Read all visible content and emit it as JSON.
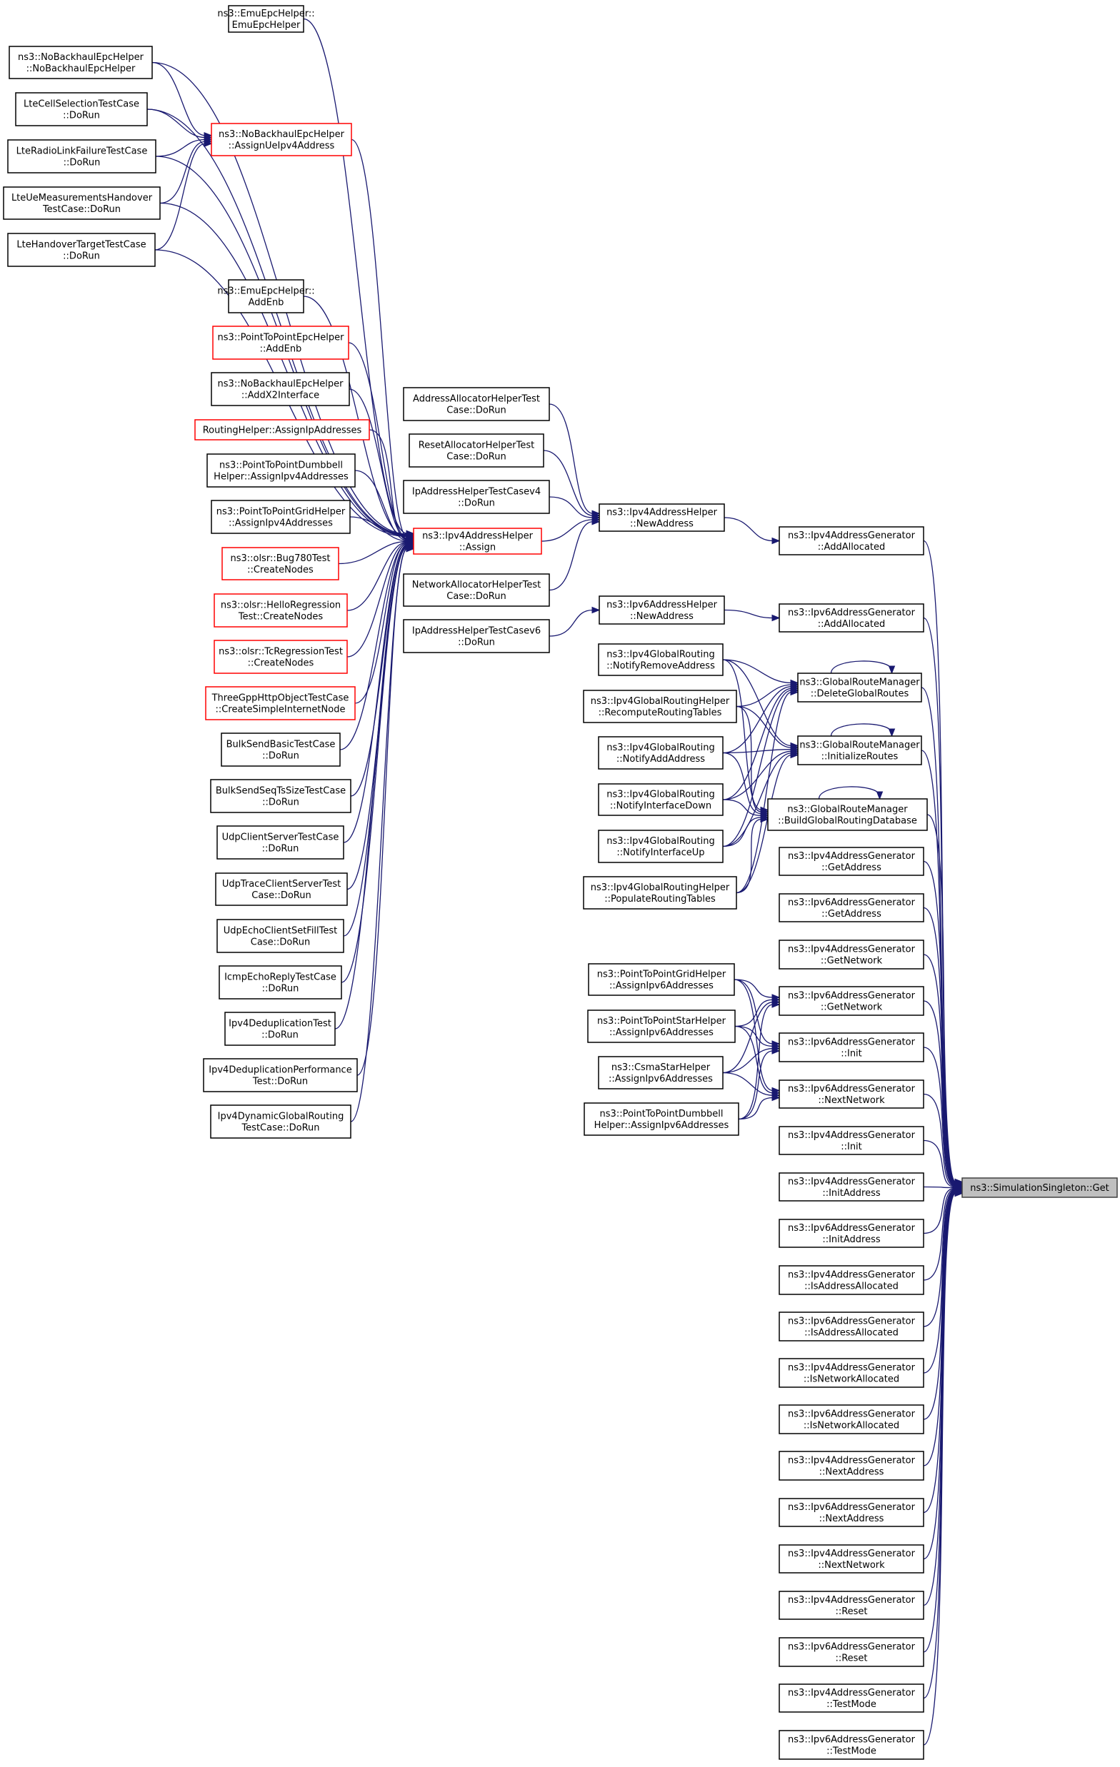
{
  "graph": {
    "root": "get",
    "nodes": [
      {
        "id": "emu_ctor",
        "lines": [
          "ns3::EmuEpcHelper::",
          "EmuEpcHelper"
        ]
      },
      {
        "id": "nobh_ctor",
        "lines": [
          "ns3::NoBackhaulEpcHelper",
          "::NoBackhaulEpcHelper"
        ]
      },
      {
        "id": "ltecell",
        "lines": [
          "LteCellSelectionTestCase",
          "::DoRun"
        ]
      },
      {
        "id": "lteradio",
        "lines": [
          "LteRadioLinkFailureTestCase",
          "::DoRun"
        ]
      },
      {
        "id": "ltemeas",
        "lines": [
          "LteUeMeasurementsHandover",
          "TestCase::DoRun"
        ]
      },
      {
        "id": "ltehand",
        "lines": [
          "LteHandoverTargetTestCase",
          "::DoRun"
        ]
      },
      {
        "id": "assignue",
        "lines": [
          "ns3::NoBackhaulEpcHelper",
          "::AssignUeIpv4Address"
        ],
        "red": true
      },
      {
        "id": "emu_addenb",
        "lines": [
          "ns3::EmuEpcHelper::",
          "AddEnb"
        ]
      },
      {
        "id": "p2p_addenb",
        "lines": [
          "ns3::PointToPointEpcHelper",
          "::AddEnb"
        ],
        "red": true
      },
      {
        "id": "nobh_addx2",
        "lines": [
          "ns3::NoBackhaulEpcHelper",
          "::AddX2Interface"
        ]
      },
      {
        "id": "routing_assign",
        "lines": [
          "RoutingHelper::AssignIpAddresses"
        ],
        "red": true
      },
      {
        "id": "p2pdumb_v4",
        "lines": [
          "ns3::PointToPointDumbbell",
          "Helper::AssignIpv4Addresses"
        ]
      },
      {
        "id": "p2pgrid_v4",
        "lines": [
          "ns3::PointToPointGridHelper",
          "::AssignIpv4Addresses"
        ]
      },
      {
        "id": "olsr780",
        "lines": [
          "ns3::olsr::Bug780Test",
          "::CreateNodes"
        ],
        "red": true
      },
      {
        "id": "olsrhello",
        "lines": [
          "ns3::olsr::HelloRegression",
          "Test::CreateNodes"
        ],
        "red": true
      },
      {
        "id": "olsrtc",
        "lines": [
          "ns3::olsr::TcRegressionTest",
          "::CreateNodes"
        ],
        "red": true
      },
      {
        "id": "threegpp",
        "lines": [
          "ThreeGppHttpObjectTestCase",
          "::CreateSimpleInternetNode"
        ],
        "red": true
      },
      {
        "id": "bulkbasic",
        "lines": [
          "BulkSendBasicTestCase",
          "::DoRun"
        ]
      },
      {
        "id": "bulkseq",
        "lines": [
          "BulkSendSeqTsSizeTestCase",
          "::DoRun"
        ]
      },
      {
        "id": "udpcs",
        "lines": [
          "UdpClientServerTestCase",
          "::DoRun"
        ]
      },
      {
        "id": "udptrace",
        "lines": [
          "UdpTraceClientServerTest",
          "Case::DoRun"
        ]
      },
      {
        "id": "udpecho",
        "lines": [
          "UdpEchoClientSetFillTest",
          "Case::DoRun"
        ]
      },
      {
        "id": "icmp",
        "lines": [
          "IcmpEchoReplyTestCase",
          "::DoRun"
        ]
      },
      {
        "id": "ipv4dedup",
        "lines": [
          "Ipv4DeduplicationTest",
          "::DoRun"
        ]
      },
      {
        "id": "ipv4dedupperf",
        "lines": [
          "Ipv4DeduplicationPerformance",
          "Test::DoRun"
        ]
      },
      {
        "id": "ipv4dyn",
        "lines": [
          "Ipv4DynamicGlobalRouting",
          "TestCase::DoRun"
        ]
      },
      {
        "id": "v4assign",
        "lines": [
          "ns3::Ipv4AddressHelper",
          "::Assign"
        ],
        "red": true
      },
      {
        "id": "addralloc",
        "lines": [
          "AddressAllocatorHelperTest",
          "Case::DoRun"
        ]
      },
      {
        "id": "resetalloc",
        "lines": [
          "ResetAllocatorHelperTest",
          "Case::DoRun"
        ]
      },
      {
        "id": "ipaddrv4",
        "lines": [
          "IpAddressHelperTestCasev4",
          "::DoRun"
        ]
      },
      {
        "id": "netalloc",
        "lines": [
          "NetworkAllocatorHelperTest",
          "Case::DoRun"
        ]
      },
      {
        "id": "ipaddrv6",
        "lines": [
          "IpAddressHelperTestCasev6",
          "::DoRun"
        ]
      },
      {
        "id": "v4newaddr",
        "lines": [
          "ns3::Ipv4AddressHelper",
          "::NewAddress"
        ]
      },
      {
        "id": "v6newaddr",
        "lines": [
          "ns3::Ipv6AddressHelper",
          "::NewAddress"
        ]
      },
      {
        "id": "notifyremove",
        "lines": [
          "ns3::Ipv4GlobalRouting",
          "::NotifyRemoveAddress"
        ]
      },
      {
        "id": "recompute",
        "lines": [
          "ns3::Ipv4GlobalRoutingHelper",
          "::RecomputeRoutingTables"
        ]
      },
      {
        "id": "notifyadd",
        "lines": [
          "ns3::Ipv4GlobalRouting",
          "::NotifyAddAddress"
        ]
      },
      {
        "id": "notifydown",
        "lines": [
          "ns3::Ipv4GlobalRouting",
          "::NotifyInterfaceDown"
        ]
      },
      {
        "id": "notifyup",
        "lines": [
          "ns3::Ipv4GlobalRouting",
          "::NotifyInterfaceUp"
        ]
      },
      {
        "id": "populate",
        "lines": [
          "ns3::Ipv4GlobalRoutingHelper",
          "::PopulateRoutingTables"
        ]
      },
      {
        "id": "grid_v6",
        "lines": [
          "ns3::PointToPointGridHelper",
          "::AssignIpv6Addresses"
        ]
      },
      {
        "id": "star_v6",
        "lines": [
          "ns3::PointToPointStarHelper",
          "::AssignIpv6Addresses"
        ]
      },
      {
        "id": "csma_v6",
        "lines": [
          "ns3::CsmaStarHelper",
          "::AssignIpv6Addresses"
        ]
      },
      {
        "id": "dumb_v6",
        "lines": [
          "ns3::PointToPointDumbbell",
          "Helper::AssignIpv6Addresses"
        ]
      },
      {
        "id": "g4_addalloc",
        "lines": [
          "ns3::Ipv4AddressGenerator",
          "::AddAllocated"
        ]
      },
      {
        "id": "g6_addalloc",
        "lines": [
          "ns3::Ipv6AddressGenerator",
          "::AddAllocated"
        ]
      },
      {
        "id": "grm_delete",
        "lines": [
          "ns3::GlobalRouteManager",
          "::DeleteGlobalRoutes"
        ]
      },
      {
        "id": "grm_init",
        "lines": [
          "ns3::GlobalRouteManager",
          "::InitializeRoutes"
        ]
      },
      {
        "id": "grm_build",
        "lines": [
          "ns3::GlobalRouteManager",
          "::BuildGlobalRoutingDatabase"
        ]
      },
      {
        "id": "g4_getaddr",
        "lines": [
          "ns3::Ipv4AddressGenerator",
          "::GetAddress"
        ]
      },
      {
        "id": "g6_getaddr",
        "lines": [
          "ns3::Ipv6AddressGenerator",
          "::GetAddress"
        ]
      },
      {
        "id": "g4_getnet",
        "lines": [
          "ns3::Ipv4AddressGenerator",
          "::GetNetwork"
        ]
      },
      {
        "id": "g6_getnet",
        "lines": [
          "ns3::Ipv6AddressGenerator",
          "::GetNetwork"
        ]
      },
      {
        "id": "g6_init",
        "lines": [
          "ns3::Ipv6AddressGenerator",
          "::Init"
        ]
      },
      {
        "id": "g6_nextnet1",
        "lines": [
          "ns3::Ipv6AddressGenerator",
          "::NextNetwork"
        ]
      },
      {
        "id": "g4_init",
        "lines": [
          "ns3::Ipv4AddressGenerator",
          "::Init"
        ]
      },
      {
        "id": "g4_initaddr",
        "lines": [
          "ns3::Ipv4AddressGenerator",
          "::InitAddress"
        ]
      },
      {
        "id": "g6_initaddr",
        "lines": [
          "ns3::Ipv6AddressGenerator",
          "::InitAddress"
        ]
      },
      {
        "id": "g4_isaddr",
        "lines": [
          "ns3::Ipv4AddressGenerator",
          "::IsAddressAllocated"
        ]
      },
      {
        "id": "g6_isaddr",
        "lines": [
          "ns3::Ipv6AddressGenerator",
          "::IsAddressAllocated"
        ]
      },
      {
        "id": "g4_isnet",
        "lines": [
          "ns3::Ipv4AddressGenerator",
          "::IsNetworkAllocated"
        ]
      },
      {
        "id": "g6_isnet",
        "lines": [
          "ns3::Ipv6AddressGenerator",
          "::IsNetworkAllocated"
        ]
      },
      {
        "id": "g4_nextaddr",
        "lines": [
          "ns3::Ipv4AddressGenerator",
          "::NextAddress"
        ]
      },
      {
        "id": "g6_nextaddr",
        "lines": [
          "ns3::Ipv6AddressGenerator",
          "::NextAddress"
        ]
      },
      {
        "id": "g4_nextnet",
        "lines": [
          "ns3::Ipv4AddressGenerator",
          "::NextNetwork"
        ]
      },
      {
        "id": "g4_reset",
        "lines": [
          "ns3::Ipv4AddressGenerator",
          "::Reset"
        ]
      },
      {
        "id": "g6_reset",
        "lines": [
          "ns3::Ipv6AddressGenerator",
          "::Reset"
        ]
      },
      {
        "id": "g4_testmode",
        "lines": [
          "ns3::Ipv4AddressGenerator",
          "::TestMode"
        ]
      },
      {
        "id": "g6_testmode",
        "lines": [
          "ns3::Ipv6AddressGenerator",
          "::TestMode"
        ]
      },
      {
        "id": "get",
        "lines": [
          "ns3::SimulationSingleton::Get"
        ],
        "root": true
      }
    ],
    "edges": [
      [
        "nobh_ctor",
        "assignue"
      ],
      [
        "ltecell",
        "assignue"
      ],
      [
        "lteradio",
        "assignue"
      ],
      [
        "ltemeas",
        "assignue"
      ],
      [
        "ltehand",
        "assignue"
      ],
      [
        "emu_ctor",
        "v4assign"
      ],
      [
        "nobh_ctor",
        "v4assign"
      ],
      [
        "ltecell",
        "v4assign"
      ],
      [
        "lteradio",
        "v4assign"
      ],
      [
        "ltemeas",
        "v4assign"
      ],
      [
        "ltehand",
        "v4assign"
      ],
      [
        "assignue",
        "v4assign"
      ],
      [
        "emu_addenb",
        "v4assign"
      ],
      [
        "p2p_addenb",
        "v4assign"
      ],
      [
        "nobh_addx2",
        "v4assign"
      ],
      [
        "routing_assign",
        "v4assign"
      ],
      [
        "p2pdumb_v4",
        "v4assign"
      ],
      [
        "p2pgrid_v4",
        "v4assign"
      ],
      [
        "olsr780",
        "v4assign"
      ],
      [
        "olsrhello",
        "v4assign"
      ],
      [
        "olsrtc",
        "v4assign"
      ],
      [
        "threegpp",
        "v4assign"
      ],
      [
        "bulkbasic",
        "v4assign"
      ],
      [
        "bulkseq",
        "v4assign"
      ],
      [
        "udpcs",
        "v4assign"
      ],
      [
        "udptrace",
        "v4assign"
      ],
      [
        "udpecho",
        "v4assign"
      ],
      [
        "icmp",
        "v4assign"
      ],
      [
        "ipv4dedup",
        "v4assign"
      ],
      [
        "ipv4dedupperf",
        "v4assign"
      ],
      [
        "ipv4dyn",
        "v4assign"
      ],
      [
        "addralloc",
        "v4newaddr"
      ],
      [
        "resetalloc",
        "v4newaddr"
      ],
      [
        "ipaddrv4",
        "v4newaddr"
      ],
      [
        "v4assign",
        "v4newaddr"
      ],
      [
        "netalloc",
        "v4newaddr"
      ],
      [
        "ipaddrv6",
        "v6newaddr"
      ],
      [
        "v4newaddr",
        "g4_addalloc"
      ],
      [
        "v6newaddr",
        "g6_addalloc"
      ],
      [
        "notifyremove",
        "grm_delete"
      ],
      [
        "recompute",
        "grm_delete"
      ],
      [
        "notifyadd",
        "grm_delete"
      ],
      [
        "notifydown",
        "grm_delete"
      ],
      [
        "notifyup",
        "grm_delete"
      ],
      [
        "populate",
        "grm_delete"
      ],
      [
        "notifyremove",
        "grm_init"
      ],
      [
        "recompute",
        "grm_init"
      ],
      [
        "notifyadd",
        "grm_init"
      ],
      [
        "notifydown",
        "grm_init"
      ],
      [
        "notifyup",
        "grm_init"
      ],
      [
        "populate",
        "grm_init"
      ],
      [
        "notifyremove",
        "grm_build"
      ],
      [
        "recompute",
        "grm_build"
      ],
      [
        "notifyadd",
        "grm_build"
      ],
      [
        "notifydown",
        "grm_build"
      ],
      [
        "notifyup",
        "grm_build"
      ],
      [
        "populate",
        "grm_build"
      ],
      [
        "grm_delete",
        "grm_delete"
      ],
      [
        "grm_init",
        "grm_init"
      ],
      [
        "grm_build",
        "grm_build"
      ],
      [
        "grid_v6",
        "g6_getnet"
      ],
      [
        "star_v6",
        "g6_getnet"
      ],
      [
        "csma_v6",
        "g6_getnet"
      ],
      [
        "dumb_v6",
        "g6_getnet"
      ],
      [
        "grid_v6",
        "g6_init"
      ],
      [
        "star_v6",
        "g6_init"
      ],
      [
        "csma_v6",
        "g6_init"
      ],
      [
        "dumb_v6",
        "g6_init"
      ],
      [
        "grid_v6",
        "g6_nextnet1"
      ],
      [
        "star_v6",
        "g6_nextnet1"
      ],
      [
        "csma_v6",
        "g6_nextnet1"
      ],
      [
        "dumb_v6",
        "g6_nextnet1"
      ],
      [
        "g4_addalloc",
        "get"
      ],
      [
        "g6_addalloc",
        "get"
      ],
      [
        "grm_delete",
        "get"
      ],
      [
        "grm_init",
        "get"
      ],
      [
        "grm_build",
        "get"
      ],
      [
        "g4_getaddr",
        "get"
      ],
      [
        "g6_getaddr",
        "get"
      ],
      [
        "g4_getnet",
        "get"
      ],
      [
        "g6_getnet",
        "get"
      ],
      [
        "g6_init",
        "get"
      ],
      [
        "g6_nextnet1",
        "get"
      ],
      [
        "g4_init",
        "get"
      ],
      [
        "g4_initaddr",
        "get"
      ],
      [
        "g6_initaddr",
        "get"
      ],
      [
        "g4_isaddr",
        "get"
      ],
      [
        "g6_isaddr",
        "get"
      ],
      [
        "g4_isnet",
        "get"
      ],
      [
        "g6_isnet",
        "get"
      ],
      [
        "g4_nextaddr",
        "get"
      ],
      [
        "g6_nextaddr",
        "get"
      ],
      [
        "g4_nextnet",
        "get"
      ],
      [
        "g4_reset",
        "get"
      ],
      [
        "g6_reset",
        "get"
      ],
      [
        "g4_testmode",
        "get"
      ],
      [
        "g6_testmode",
        "get"
      ]
    ]
  },
  "colors": {
    "edge": "#191970",
    "node_border": "#000000",
    "node_border_highlight": "#ff0000",
    "root_fill": "#bfbfbf"
  }
}
